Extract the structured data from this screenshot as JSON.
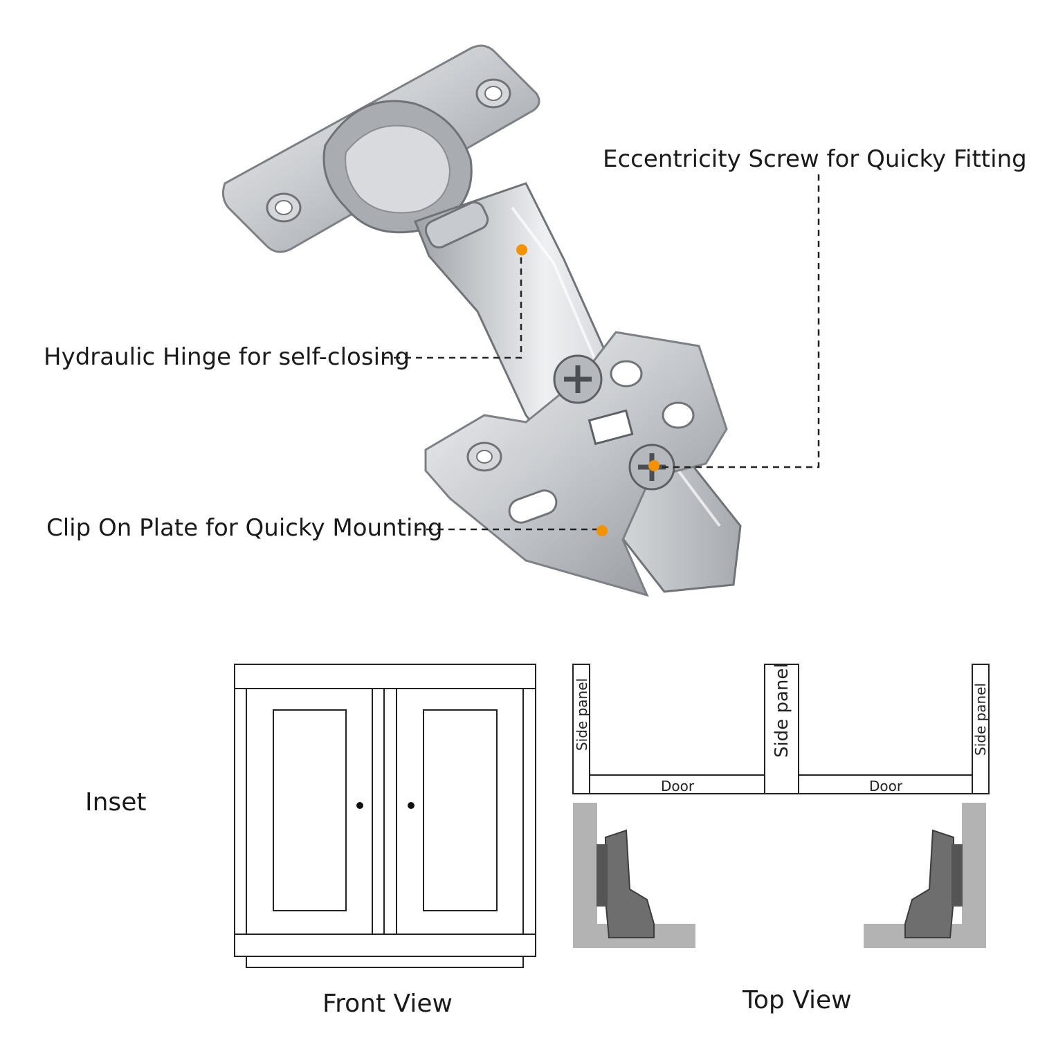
{
  "callouts": {
    "eccentricity": "Eccentricity Screw for Quicky Fitting",
    "hydraulic": "Hydraulic Hinge for self-closing",
    "clip_on": "Clip On Plate for Quicky Mounting"
  },
  "inset_label": "Inset",
  "captions": {
    "front_view": "Front View",
    "top_view": "Top View"
  },
  "top_view_labels": {
    "side_panel_left": "Side panel",
    "side_panel_center": "Side panel",
    "side_panel_right": "Side panel",
    "door_left": "Door",
    "door_right": "Door"
  },
  "colors": {
    "metal_light": "#e6e7e9",
    "metal_mid": "#b9bcc0",
    "metal_dark": "#7d8186",
    "callout_dot": "#f39200",
    "panel_gray": "#b3b3b3",
    "hinge_gray": "#6e6e6e"
  }
}
